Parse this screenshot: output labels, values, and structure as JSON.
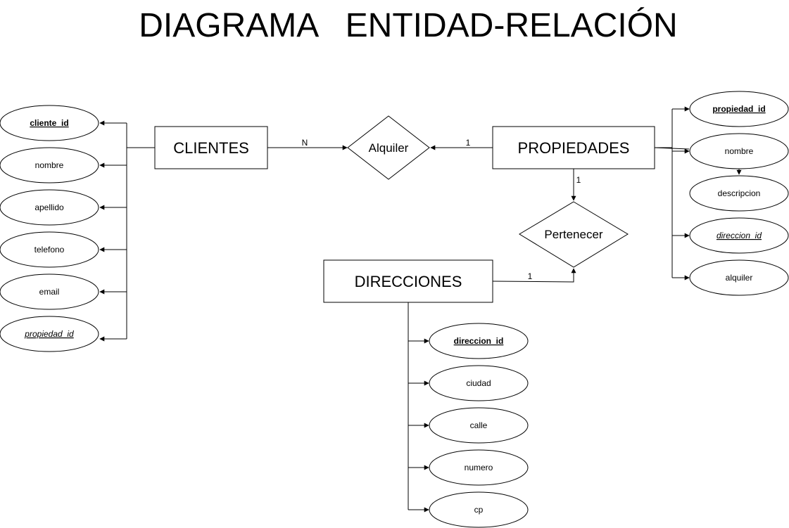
{
  "title": "DIAGRAMA   ENTIDAD-RELACIÓN",
  "entities": {
    "clientes": {
      "label": "CLIENTES",
      "attributes": [
        {
          "label": "cliente_id",
          "kind": "pk"
        },
        {
          "label": "nombre",
          "kind": "normal"
        },
        {
          "label": "apellido",
          "kind": "normal"
        },
        {
          "label": "telefono",
          "kind": "normal"
        },
        {
          "label": "email",
          "kind": "normal"
        },
        {
          "label": "propiedad_id",
          "kind": "fk"
        }
      ]
    },
    "propiedades": {
      "label": "PROPIEDADES",
      "attributes": [
        {
          "label": "propiedad_id",
          "kind": "pk"
        },
        {
          "label": "nombre",
          "kind": "normal"
        },
        {
          "label": "descripcion",
          "kind": "normal"
        },
        {
          "label": "direccion_id",
          "kind": "fk"
        },
        {
          "label": "alquiler",
          "kind": "normal"
        }
      ]
    },
    "direcciones": {
      "label": "DIRECCIONES",
      "attributes": [
        {
          "label": "direccion_id",
          "kind": "pk"
        },
        {
          "label": "ciudad",
          "kind": "normal"
        },
        {
          "label": "calle",
          "kind": "normal"
        },
        {
          "label": "numero",
          "kind": "normal"
        },
        {
          "label": "cp",
          "kind": "normal"
        }
      ]
    }
  },
  "relationships": {
    "alquiler": {
      "label": "Alquiler",
      "card_clientes": "N",
      "card_propiedades": "1"
    },
    "pertenecer": {
      "label": "Pertenecer",
      "card_propiedades": "1",
      "card_direcciones": "1"
    }
  }
}
